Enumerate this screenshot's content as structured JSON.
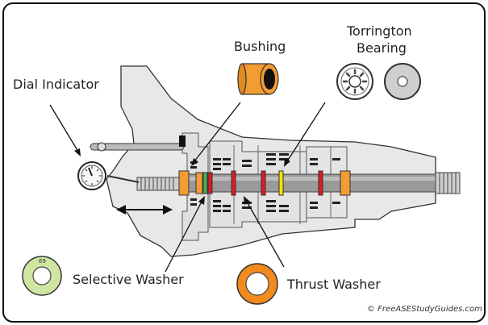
{
  "labels": {
    "dial_indicator": "Dial Indicator",
    "bushing": "Bushing",
    "torrington_line1": "Torrington",
    "torrington_line2": "Bearing",
    "selective_washer": "Selective Washer",
    "thrust_washer": "Thrust Washer",
    "selective_washer_number": "69",
    "copyright": "© FreeASEStudyGuides.com"
  },
  "colors": {
    "frame": "#111111",
    "housing_fill": "#e8e8e8",
    "housing_stroke": "#333333",
    "shaft": "#999999",
    "bushing_orange": "#f39c32",
    "thrust_orange": "#f28a1e",
    "selective_green": "#cfe6a3",
    "washer_green": "#4caf50",
    "washer_red": "#e01a22",
    "washer_yellow": "#f2e600",
    "bearing_gray": "#cfcfcf"
  }
}
